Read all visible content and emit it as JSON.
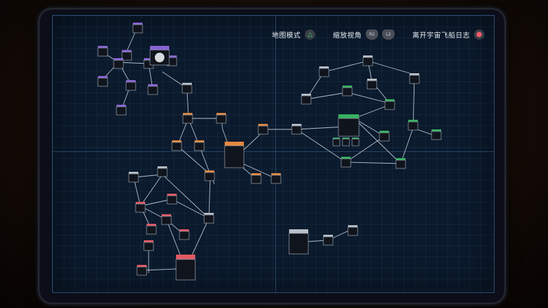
{
  "hud": {
    "map_mode_label": "地图模式",
    "map_mode_icon": "triangle-button-icon",
    "zoom_label": "缩放视角",
    "zoom_in_button": "R2",
    "zoom_out_button": "L2",
    "exit_label": "离开宇宙飞船日志",
    "exit_icon": "circle-button-icon"
  },
  "colors": {
    "screen_bg": "#0b1a2c",
    "grid": "#2e4f78",
    "link": "#b8c3d2",
    "tag_gray": "#b9c0c9",
    "tag_orange": "#e5883e",
    "tag_purple": "#8a63d6",
    "tag_green": "#35b25f",
    "tag_red": "#e35863",
    "button_triangle": "#3cd97a",
    "button_circle": "#ff5b6a"
  },
  "map": {
    "card_labels": {
      "green_hub": "",
      "orange_hub": "",
      "gray_isolated": "",
      "red_large": "",
      "purple_moon": ""
    }
  }
}
